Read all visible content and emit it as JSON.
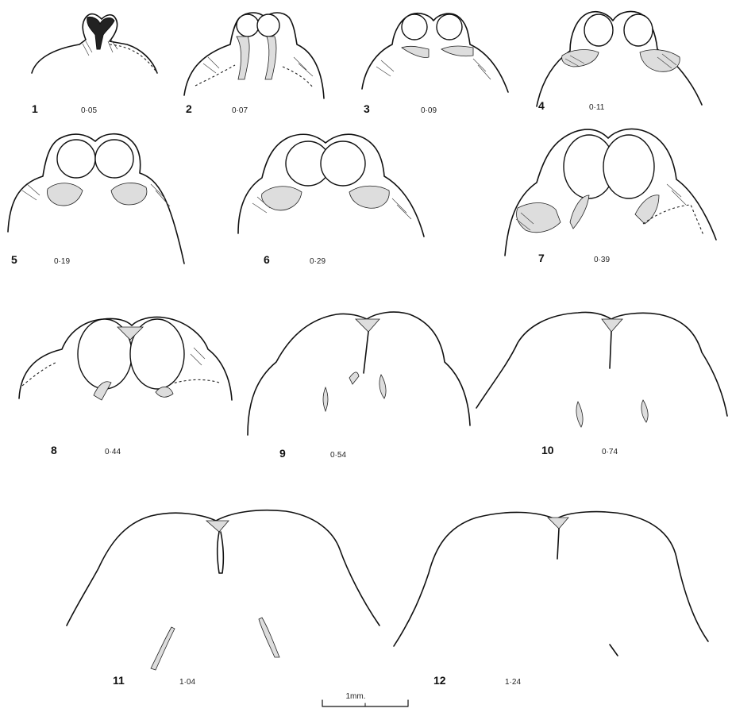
{
  "panels": [
    {
      "number": "1",
      "value": "0·05"
    },
    {
      "number": "2",
      "value": "0·07"
    },
    {
      "number": "3",
      "value": "0·09"
    },
    {
      "number": "4",
      "value": "0·11"
    },
    {
      "number": "5",
      "value": "0·19"
    },
    {
      "number": "6",
      "value": "0·29"
    },
    {
      "number": "7",
      "value": "0·39"
    },
    {
      "number": "8",
      "value": "0·44"
    },
    {
      "number": "9",
      "value": "0·54"
    },
    {
      "number": "10",
      "value": "0·74"
    },
    {
      "number": "11",
      "value": "1·04"
    },
    {
      "number": "12",
      "value": "1·24"
    }
  ],
  "scale_bar": {
    "label": "1mm."
  }
}
